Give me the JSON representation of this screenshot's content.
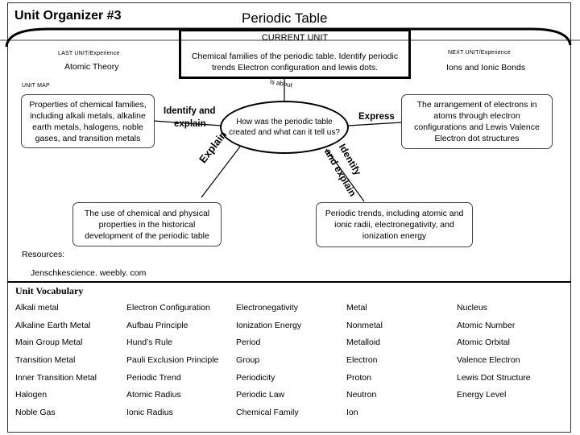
{
  "header": {
    "organizer_title": "Unit Organizer #3",
    "topic_title": "Periodic Table"
  },
  "current_unit": {
    "label": "CURRENT UNIT",
    "text": "Chemical families of the periodic table. Identify periodic trends  Electron configuration and lewis dots."
  },
  "last_unit": {
    "label": "LAST UNIT/Experience",
    "text": "Atomic Theory"
  },
  "next_unit": {
    "label": "NEXT UNIT/Experience",
    "text": "Ions and Ionic Bonds"
  },
  "unit_map": {
    "label": "UNIT MAP",
    "is_about": "is about",
    "left_box": "Properties of chemical families, including alkali metals, alkaline earth metals, halogens, noble gases, and transition metals",
    "right_box": "The arrangement of electrons in atoms through electron configurations and Lewis Valence Electron dot structures",
    "center": "How was the periodic table created and what can it tell us?",
    "link_left_1": "Identify and",
    "link_left_2": "explain",
    "link_right": "Express",
    "link_lower_left": "Explain",
    "link_lower_right_1": "Identify",
    "link_lower_right_2": "and explain",
    "bottom_left_box": "The use of chemical and physical properties in the historical development of the periodic table",
    "bottom_right_box": "Periodic trends, including atomic and ionic radii, electronegativity, and ionization energy"
  },
  "resources": {
    "label": "Resources:",
    "link": "Jenschkescience. weebly. com"
  },
  "vocabulary": {
    "title": "Unit Vocabulary",
    "rows": [
      [
        "Alkali metal",
        "Electron Configuration",
        "Electronegativity",
        "Metal",
        "Nucleus"
      ],
      [
        "Alkaline Earth Metal",
        "Aufbau Principle",
        "Ionization Energy",
        "Nonmetal",
        "Atomic Number"
      ],
      [
        "Main Group Metal",
        "Hund’s Rule",
        "Period",
        "Metalloid",
        "Atomic Orbital"
      ],
      [
        "Transition Metal",
        "Pauli Exclusion Principle",
        "Group",
        "Electron",
        "Valence Electron"
      ],
      [
        "Inner Transition Metal",
        "Periodic Trend",
        "Periodicity",
        "Proton",
        "Lewis Dot Structure"
      ],
      [
        "Halogen",
        "Atomic Radius",
        "Periodic Law",
        "Neutron",
        "Energy Level"
      ],
      [
        "Noble Gas",
        "Ionic Radius",
        "Chemical Family",
        "Ion",
        ""
      ]
    ]
  }
}
